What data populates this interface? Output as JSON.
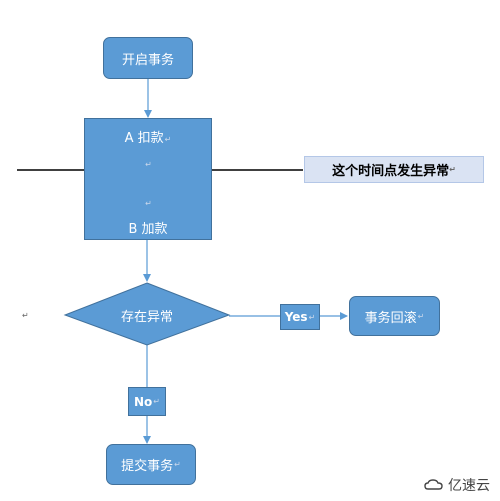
{
  "nodes": {
    "start": "开启事务",
    "step_a": "A 扣款",
    "step_b": "B 加款",
    "decision": "存在异常",
    "rollback": "事务回滚",
    "commit": "提交事务"
  },
  "edges": {
    "yes": "Yes",
    "no": "No"
  },
  "annotation": "这个时间点发生异常",
  "symbols": {
    "return_mark": "↵"
  },
  "watermark": {
    "text": "亿速云",
    "logo_icon": "cloud-logo-icon"
  },
  "colors": {
    "node_fill": "#5b9bd5",
    "node_border": "#41719c",
    "annotation_fill": "#dae3f3",
    "arrow": "#5b9bd5"
  }
}
